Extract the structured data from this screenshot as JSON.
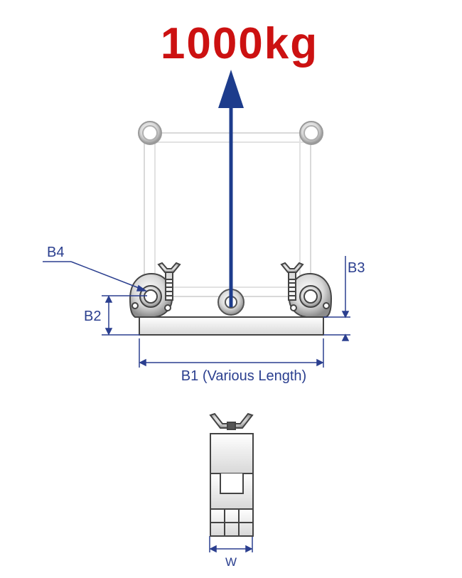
{
  "load": {
    "value": "1000kg",
    "color": "#cc1111"
  },
  "arrow": {
    "color": "#1d3c8c"
  },
  "dimensions": {
    "b1": "B1 (Various Length)",
    "b2": "B2",
    "b3": "B3",
    "b4": "B4",
    "w": "W",
    "color": "#2b3f8f"
  }
}
